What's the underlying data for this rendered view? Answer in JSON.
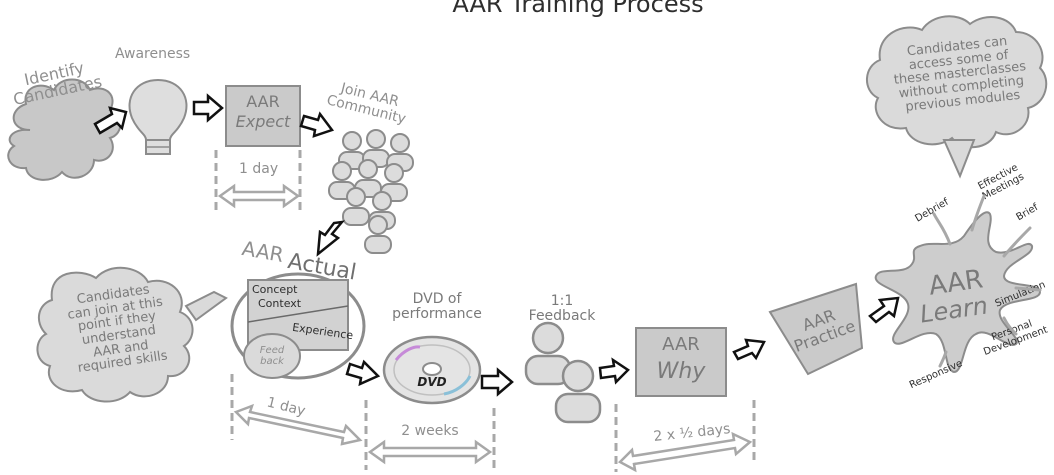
{
  "title": "AAR Training Process",
  "stages": {
    "identify": "Identify\nCandidates",
    "awareness": "Awareness",
    "expect_a": "AAR",
    "expect_b": "Expect",
    "join": "Join AAR\nCommunity",
    "actual_a": "AAR",
    "actual_b": "Actual",
    "concept": "Concept",
    "context": "Context",
    "experience": "Experience",
    "feedback": "Feed\nback",
    "dvd_title": "DVD of\nperformance",
    "dvd_disc": "DVD",
    "one_to_one": "1:1\nFeedback",
    "why_a": "AAR",
    "why_b": "Why",
    "practice": "AAR\nPractice",
    "learn_a": "AAR",
    "learn_b": "Learn"
  },
  "durations": {
    "expect": "1 day",
    "actual": "1 day",
    "dvd": "2 weeks",
    "why": "2 x ½ days"
  },
  "bubbles": {
    "join_point": "Candidates\ncan join at this\npoint if they\nunderstand\nAAR and\nrequired skills",
    "masterclass": "Candidates can\naccess some of\nthese masterclasses\nwithout completing\nprevious modules"
  },
  "masterclasses": {
    "debrief": "Debrief",
    "effective": "Effective\nMeetings",
    "brief": "Brief",
    "simulation": "Simulation",
    "personal": "Personal\nDevelopment",
    "responsive": "Responsive"
  },
  "colors": {
    "fill_light": "#dcdcdc",
    "fill_mid": "#c8c8c8",
    "stroke": "#8c8c8c",
    "text_grey": "#8f8f8f",
    "text_dark": "#2e2e2e",
    "arrow_outline": "#111111"
  }
}
